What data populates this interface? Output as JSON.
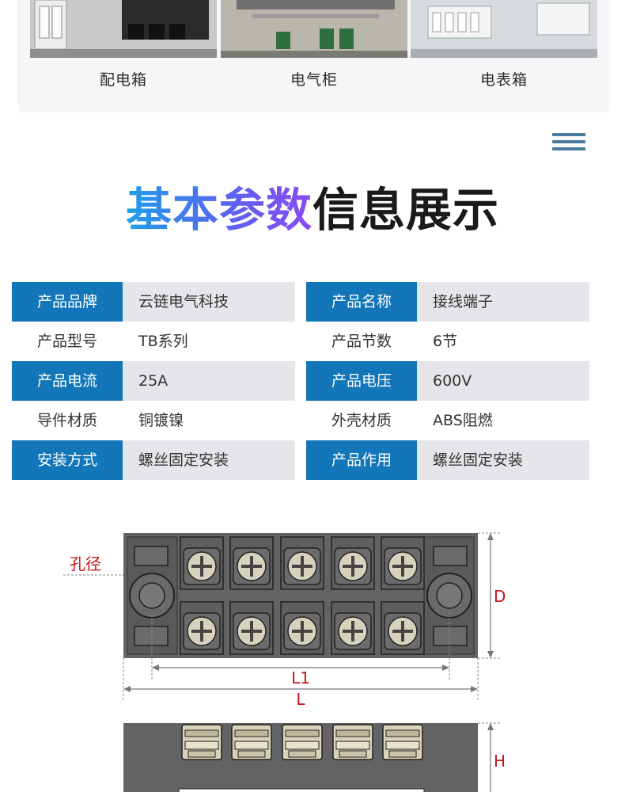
{
  "gallery": {
    "captions": [
      "配电箱",
      "电气柜",
      "电表箱"
    ]
  },
  "title": {
    "highlight": "基本参数",
    "rest": "信息展示"
  },
  "specs": [
    [
      {
        "label": "产品品牌",
        "value": "云链电气科技",
        "style": "blue"
      },
      {
        "label": "产品名称",
        "value": "接线端子",
        "style": "blue"
      }
    ],
    [
      {
        "label": "产品型号",
        "value": "TB系列",
        "style": "plain"
      },
      {
        "label": "产品节数",
        "value": "6节",
        "style": "plain"
      }
    ],
    [
      {
        "label": "产品电流",
        "value": "25A",
        "style": "blue"
      },
      {
        "label": "产品电压",
        "value": "600V",
        "style": "blue"
      }
    ],
    [
      {
        "label": "导件材质",
        "value": "铜镀镍",
        "style": "plain"
      },
      {
        "label": "外壳材质",
        "value": "ABS阻燃",
        "style": "plain"
      }
    ],
    [
      {
        "label": "安装方式",
        "value": "螺丝固定安装",
        "style": "blue"
      },
      {
        "label": "产品作用",
        "value": "螺丝固定安装",
        "style": "blue"
      }
    ]
  ],
  "diagram": {
    "hole_label": "孔径",
    "dim_d": "D",
    "dim_l1": "L1",
    "dim_l": "L",
    "dim_h": "H"
  },
  "colors": {
    "accent_blue": "#1276b8",
    "row_grey": "#e6e6ea",
    "dim_red": "#c4161c",
    "body_grey": "#636363"
  }
}
